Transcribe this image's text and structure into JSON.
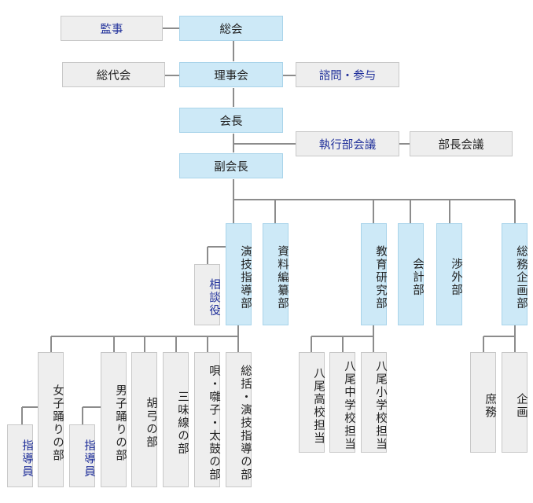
{
  "org": {
    "kanji": "監事",
    "soukai": "総会",
    "soudaikai": "総代会",
    "rijikai": "理事会",
    "shimon": "諮問・参与",
    "kaicho": "会長",
    "shikkou": "執行部会議",
    "buchou": "部長会議",
    "fukukaicho": "副会長",
    "engi": "演技指導部",
    "soudan": "相談役",
    "shiryou": "資料編纂部",
    "kyouiku": "教育研究部",
    "kaikei": "会計部",
    "shougai": "渉外部",
    "soumu": "総務企画部",
    "onna": "女子踊りの部",
    "shidou1": "指導員",
    "otoko": "男子踊りの部",
    "shidou2": "指導員",
    "kokyu": "胡弓の部",
    "shami": "三味線の部",
    "uta": "唄・囃子・太鼓の部",
    "soukatsu": "総括・演技指導の部",
    "koukou": "八尾高校担当",
    "chuugaku": "八尾中学校担当",
    "shougaku": "八尾小学校担当",
    "shomu": "庶務",
    "kikaku": "企画"
  }
}
